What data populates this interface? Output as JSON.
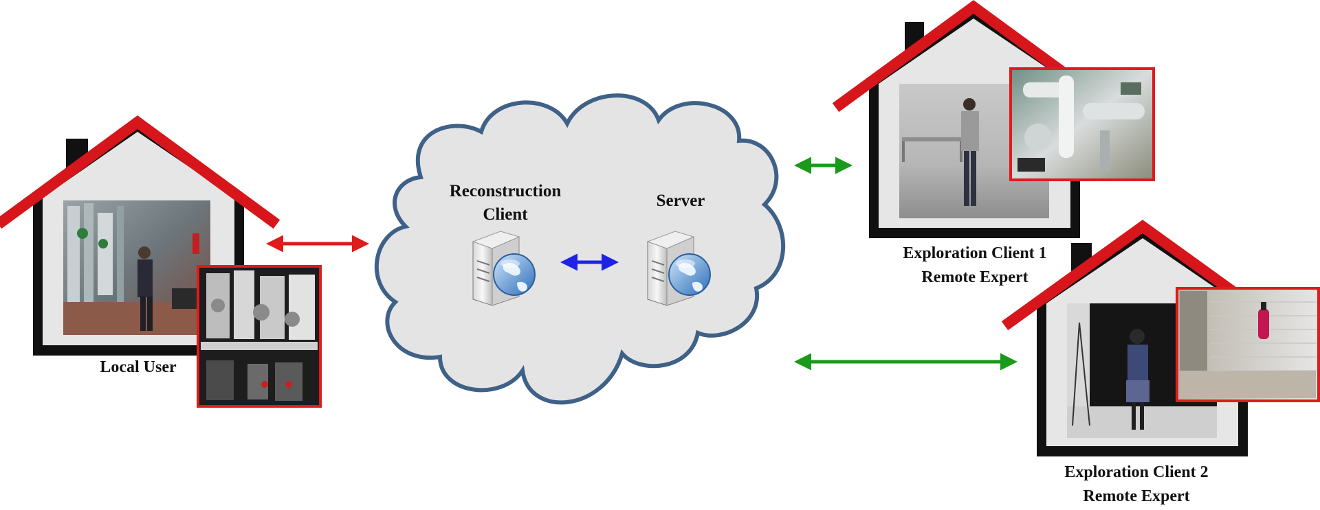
{
  "local_user": {
    "label": "Local User"
  },
  "cloud": {
    "reconstruction_client": {
      "line1": "Reconstruction",
      "line2": "Client"
    },
    "server": {
      "label": "Server"
    }
  },
  "exploration_client_1": {
    "line1": "Exploration Client 1",
    "line2": "Remote Expert"
  },
  "exploration_client_2": {
    "line1": "Exploration Client 2",
    "line2": "Remote Expert"
  },
  "colors": {
    "roof": "#d6161b",
    "wall": "#111111",
    "house_fill": "#e6e6e6",
    "cloud_fill": "#e4e4e4",
    "cloud_stroke": "#3f6188",
    "arrow_red": "#e01b1b",
    "arrow_blue": "#1f22e6",
    "arrow_green": "#1a9a1a",
    "frame_red": "#e01b1b"
  },
  "icons": [
    "server-icon",
    "globe-icon",
    "house-icon"
  ]
}
